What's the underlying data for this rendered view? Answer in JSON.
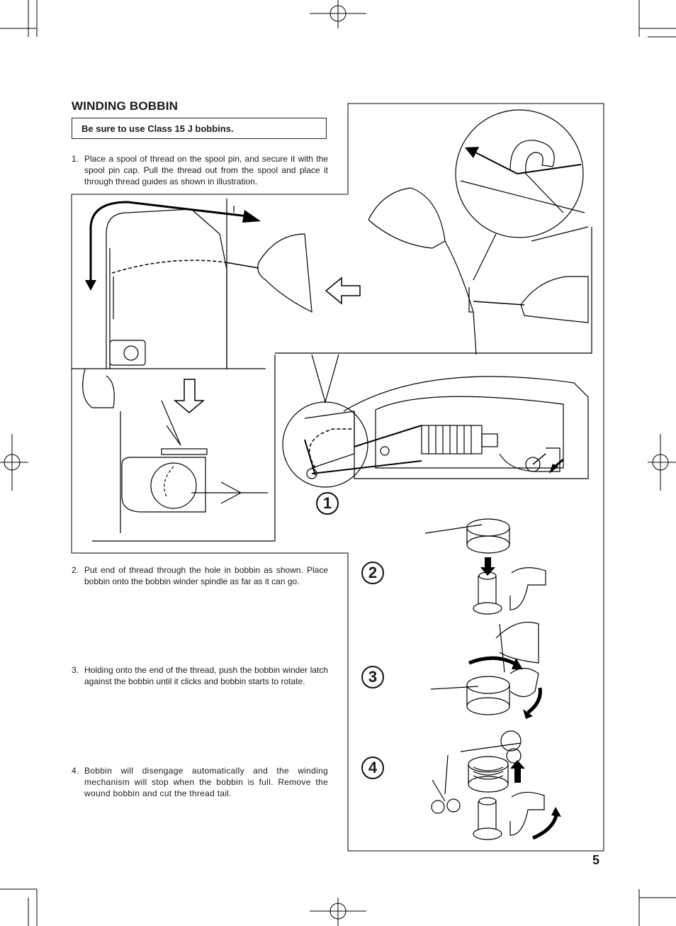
{
  "section": {
    "title": "WINDING BOBBIN",
    "note": "Be sure to use Class 15 J bobbins."
  },
  "steps": [
    {
      "number": "1.",
      "text": "Place a spool of thread on the spool pin, and secure it with the spool pin cap. Pull the thread out from the spool and place it through thread guides as shown in illustration."
    },
    {
      "number": "2.",
      "text": "Put end of thread through the hole in bobbin as shown. Place bobbin onto the bobbin winder spindle as far as it can go."
    },
    {
      "number": "3.",
      "text": "Holding onto the end of the thread, push the bobbin winder latch against the bobbin until it clicks and bobbin starts to rotate."
    },
    {
      "number": "4.",
      "text": "Bobbin will disengage automatically and the winding mechanism will stop when the bobbin is full. Remove the wound bobbin and cut the thread tail."
    }
  ],
  "figure_callouts": [
    "1",
    "2",
    "3",
    "4"
  ],
  "page_number": "5"
}
